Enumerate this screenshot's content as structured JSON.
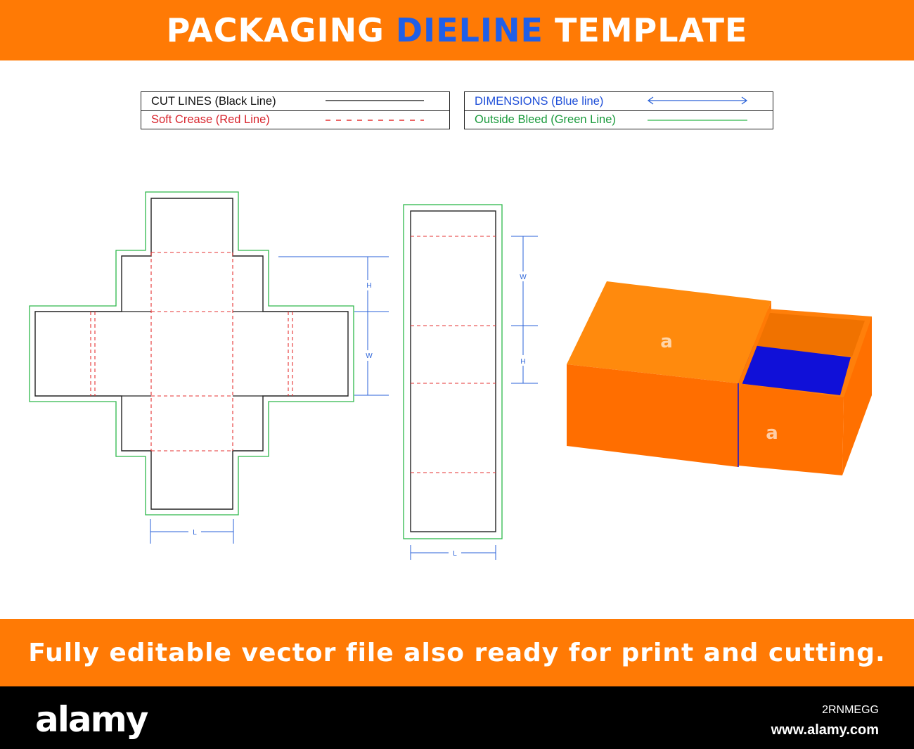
{
  "header": {
    "title_part1": "PACKAGING",
    "title_accent": "DIELINE",
    "title_part2": "TEMPLATE"
  },
  "legend": {
    "cut_lines": "CUT LINES (Black Line)",
    "soft_crease": "Soft Crease (Red Line)",
    "dimensions": "DIMENSIONS (Blue line)",
    "outside_bleed": "Outside Bleed (Green Line)"
  },
  "dieline_left": {
    "dim_h": "H",
    "dim_w": "W",
    "dim_l": "L"
  },
  "dieline_right": {
    "dim_w": "W",
    "dim_h": "H",
    "dim_l": "L"
  },
  "footer": {
    "text": "Fully editable vector file also ready for print and cutting."
  },
  "stock": {
    "logo": "alamy",
    "image_id": "2RNMEGG",
    "url": "www.alamy.com"
  },
  "colors": {
    "banner_orange": "#ff7a05",
    "accent_blue": "#1f5fe8",
    "cut_black": "#222222",
    "crease_red": "#e53030",
    "dimension_blue": "#2a62d8",
    "bleed_green": "#2db84a",
    "box_orange_light": "#ff8a0d",
    "box_orange_dark": "#ff6e00",
    "tray_blue": "#1010d8"
  },
  "icons": {
    "watermark": "alamy-watermark-icon"
  }
}
